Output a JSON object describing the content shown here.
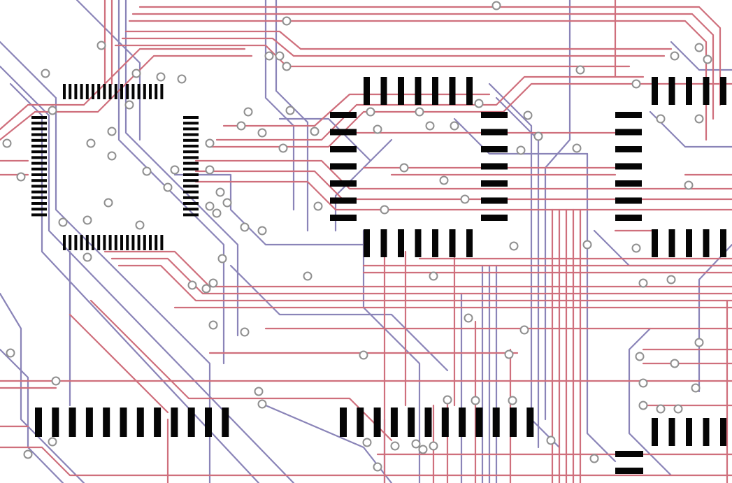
{
  "colors": {
    "background": "#ffffff",
    "top_layer_trace": "#cf6f7c",
    "bottom_layer_trace": "#8a84b8",
    "pad": "#050505",
    "via_ring": "#8f8f8f"
  },
  "components": [
    {
      "id": "qfp-left",
      "kind": "qfp",
      "pins_per_side": 18
    },
    {
      "id": "dip-center",
      "kind": "dip",
      "pins_per_side": 7
    },
    {
      "id": "soic-right",
      "kind": "soic",
      "pins_per_side": 7
    },
    {
      "id": "header-bottom-left",
      "kind": "header",
      "pins": 12
    },
    {
      "id": "header-bottom-center",
      "kind": "header",
      "pins": 12
    }
  ]
}
